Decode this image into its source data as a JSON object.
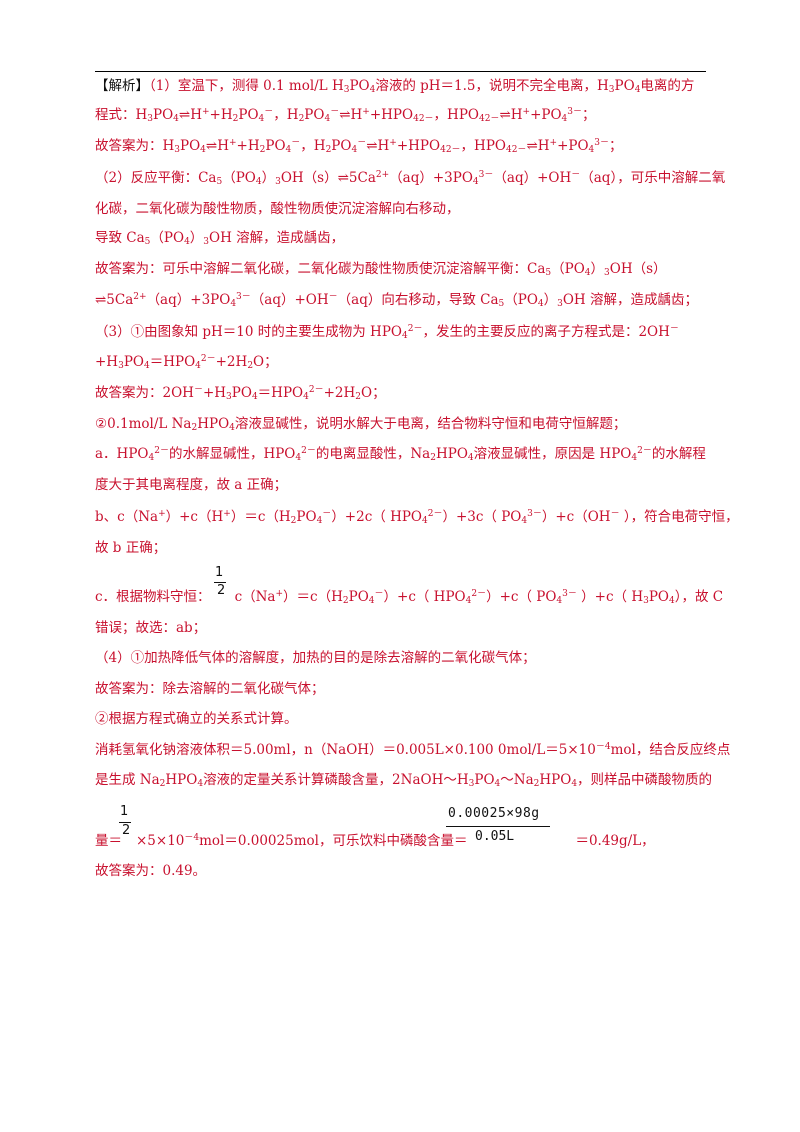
{
  "header_label": "【解析】",
  "lines": {
    "l1_rest": "（1）室温下，测得 0.1  mol/L  H",
    "l1_a": "PO",
    "l1_b": "溶液的 pH＝1.5，说明不完全电离，H",
    "l1_c": "PO",
    "l1_d": "电离的方",
    "l2_prefix": "程式：",
    "l3_prefix": "故答案为：",
    "s2_l1": "（2）反应平衡：Ca",
    "s2_l2": "化碳，二氧化碳为酸性物质，酸性物质使沉淀溶解向右移动，",
    "s2_l3": "导致 Ca",
    "s2_l3b": "OH 溶解，造成龋齿，",
    "s2_l4": "故答案为：可乐中溶解二氧化碳，二氧化碳为酸性物质使沉淀溶解平衡：Ca",
    "s2_l5b": "（aq）向右移动，导致 Ca",
    "s2_l5c": "OH 溶解，造成龋齿；",
    "s3_l1": "（3）①由图象知 pH＝10 时的主要生成物为 HPO",
    "s3_l1b": "，发生的主要反应的离子方程式是：2OH",
    "s3_l3": "故答案为：2OH",
    "s3_l4": "②0.1mol/L  Na",
    "s3_l4b": "HPO",
    "s3_l4c": "溶液显碱性，说明水解大于电离，结合物料守恒和电荷守恒解题；",
    "s3_a1": "a．HPO",
    "s3_a1b": "的水解显碱性，HPO",
    "s3_a1c": "的电离显酸性，Na",
    "s3_a1d": "HPO",
    "s3_a1e": "溶液显碱性，原因是 HPO",
    "s3_a1f": "的水解程",
    "s3_a2": "度大于其电离程度，故 a 正确；",
    "s3_b1": "b、c（Na",
    "s3_b2": "故 b 正确；",
    "s3_c1": "c．根据物料守恒：",
    "s3_c2": "错误；故选：ab；",
    "s4_l1": "（4）①加热降低气体的溶解度，加热的目的是除去溶解的二氧化碳气体；",
    "s4_l2": "故答案为：除去溶解的二氧化碳气体；",
    "s4_l3": "②根据方程式确立的关系式计算。",
    "s4_l4": "消耗氢氧化钠溶液体积＝5.00ml，n（NaOH）＝0.005L×0.100  0mol/L＝5×10",
    "s4_l4b": "mol，结合反应终点",
    "s4_l5": "是生成 Na",
    "s4_l5b": "HPO",
    "s4_l5c": "溶液的定量关系计算磷酸含量，2NaOH～H",
    "s4_l5d": "PO",
    "s4_l5e": "～Na",
    "s4_l5f": "HPO",
    "s4_l5g": "，则样品中磷酸物质的",
    "s4_l6a": "量＝",
    "s4_l6b": "×5×10",
    "s4_l6c": "mol＝0.00025mol，可乐饮料中磷酸含量＝",
    "s4_l6d": "＝0.49g/L，",
    "s4_l7": "故答案为：0.49。"
  },
  "fractions": {
    "half_num": "1",
    "half_den": "2",
    "big_num": "0.00025×98g",
    "big_den": "0.05L"
  }
}
